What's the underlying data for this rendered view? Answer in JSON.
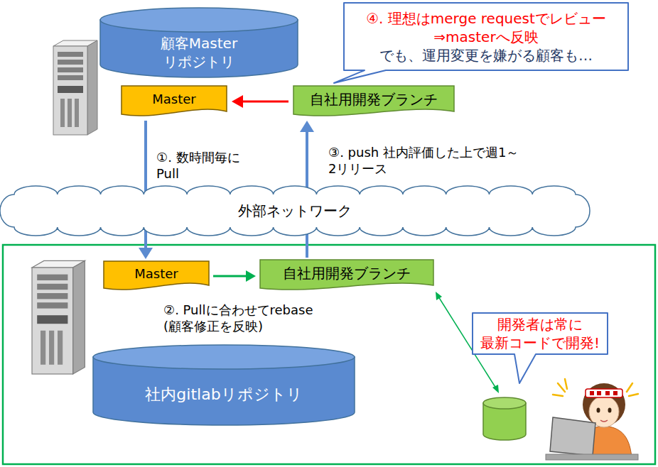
{
  "diagram": {
    "nodes": [
      {
        "text": [
          "顧客Master リポジトリ"
        ]
      },
      {
        "text": [
          "Master"
        ]
      },
      {
        "text": [
          "自社用開発ブランチ"
        ]
      },
      {
        "text": [
          "④. 理想はmerge requestでレビュー ⇒masterへ反映",
          "でも、運用変更を嫌がる顧客も…"
        ]
      },
      {
        "text": [
          "外部ネットワーク"
        ]
      },
      {
        "text": [
          "Master"
        ]
      },
      {
        "text": [
          "自社用開発ブランチ"
        ]
      },
      {
        "text": [
          "社内gitlabリポジトリ"
        ]
      },
      {
        "text": [
          "開発者は常に 最新コードで開発!"
        ]
      }
    ],
    "edges": [
      {
        "from": 2,
        "to": 1,
        "arrow": "to"
      },
      {
        "from": 1,
        "to": 5,
        "label": "①. 数時間毎に Pull",
        "arrow": "to"
      },
      {
        "from": 6,
        "to": 2,
        "label": "③. push 社内評価した上で週1～2リリース",
        "arrow": "to"
      },
      {
        "from": 5,
        "to": 6,
        "label": "②. Pullに合わせてrebase (顧客修正を反映)",
        "arrow": "to"
      }
    ]
  }
}
